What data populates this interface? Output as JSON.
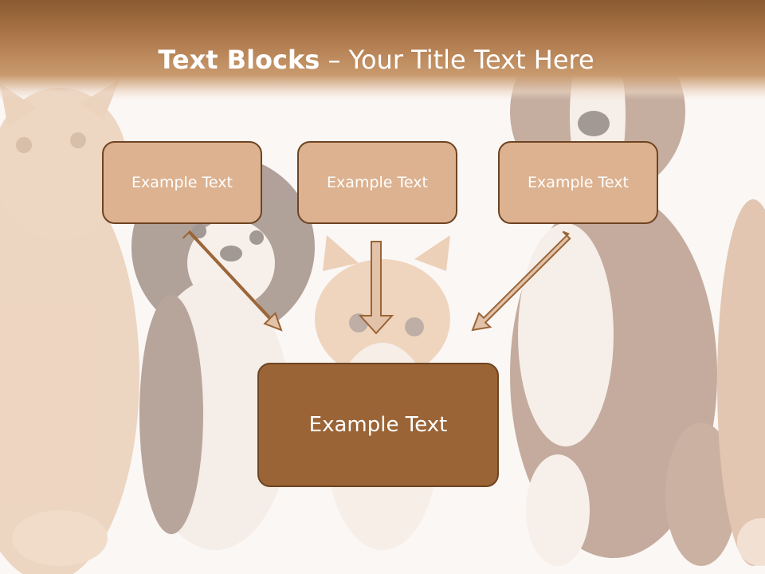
{
  "slide": {
    "title_bold": "Text Blocks",
    "title_separator": " – ",
    "title_rest": "Your Title Text Here",
    "colors": {
      "header": "#a87445",
      "box_light": "#dcb290",
      "box_dark": "#9a6436",
      "border": "#6e4422",
      "text": "#ffffff"
    }
  },
  "diagram": {
    "top_boxes": [
      {
        "label": "Example Text"
      },
      {
        "label": "Example Text"
      },
      {
        "label": "Example Text"
      }
    ],
    "bottom_box": {
      "label": "Example Text"
    },
    "background_image": "cats-and-dogs-photo"
  }
}
